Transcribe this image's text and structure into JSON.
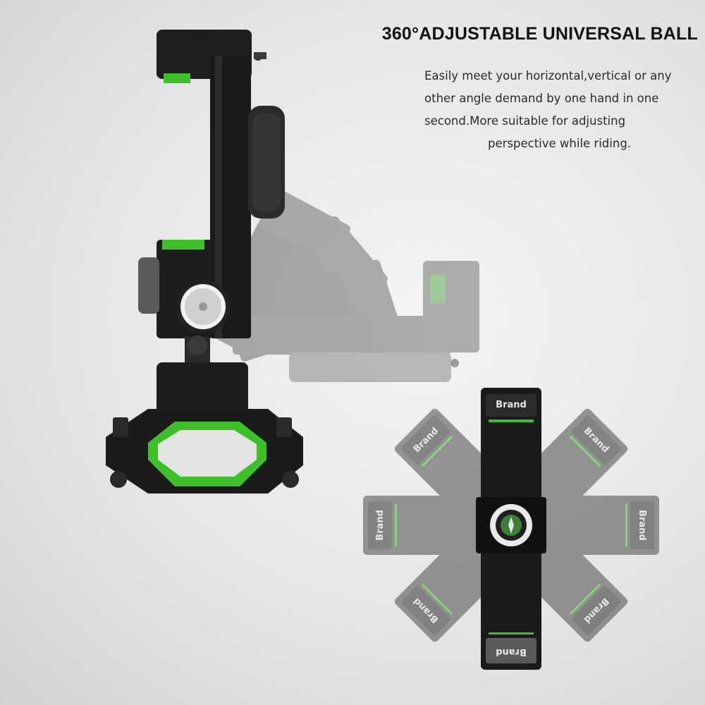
{
  "headline": "360°ADJUSTABLE UNIVERSAL BALL",
  "description": {
    "line1": "Easily meet your horizontal,vertical or any",
    "line2": "other angle demand by one hand in one",
    "line3": "second.More suitable for adjusting",
    "line4": "perspective while riding."
  },
  "brand_label": "Brand",
  "colors": {
    "accent": "#3fbf2a",
    "body": "#1b1b1b",
    "ghost": "#5a5a5a"
  },
  "icons": [
    "phone-mount-icon",
    "handlebar-clamp-icon",
    "compass-icon"
  ]
}
